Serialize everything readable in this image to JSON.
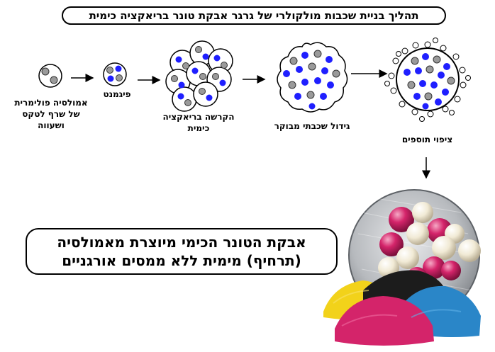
{
  "title": "תהליך בניית שכבות מולקולרי של גרגר אבקת טונר בריאקציה כימית",
  "steps": [
    {
      "lines": [
        "אמולסיה פולימרית",
        "של שרף לטקס",
        "ושעווה"
      ]
    },
    {
      "lines": [
        "פיגמנט"
      ]
    },
    {
      "lines": [
        "הקרשה בריאקציה",
        "כימית"
      ]
    },
    {
      "lines": [
        "גידול שכבתי מבוקר"
      ]
    },
    {
      "lines": [
        "ציפוי תוספים"
      ]
    }
  ],
  "summary": {
    "line1": "אבקת הטונר הכימי מיוצרת מאמולסיה",
    "line2": "(תרחיף) מימית ללא ממסים אורגניים"
  },
  "colors": {
    "pigment": "#1f1fff",
    "latex": "#9a9a9a",
    "magenta": "#d4246a",
    "yellow": "#f2d21a",
    "cyan": "#2a86c8",
    "black_toner": "#1c1c1c",
    "steel": "#b9bcc0"
  }
}
